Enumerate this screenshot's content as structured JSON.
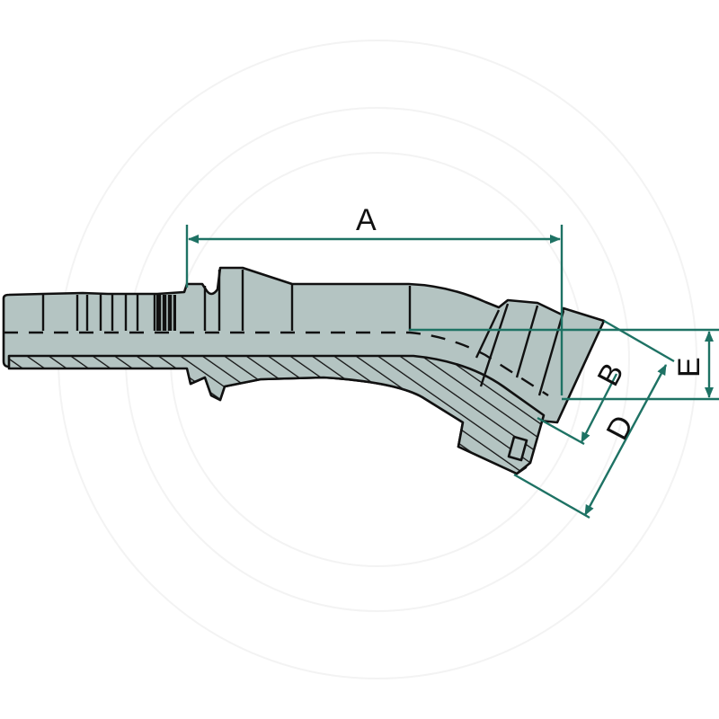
{
  "diagram": {
    "type": "technical-drawing",
    "subject": "hose fitting with 22.5° / 30° angled flange head (SAE flange)",
    "colors": {
      "body_fill": "#b4c4c2",
      "outline": "#111111",
      "dimension_line": "#1e7264",
      "background": "#ffffff",
      "watermark": "#f4f4f4"
    },
    "dimensions": {
      "A": "A",
      "B": "B",
      "D": "D",
      "E": "E"
    }
  }
}
